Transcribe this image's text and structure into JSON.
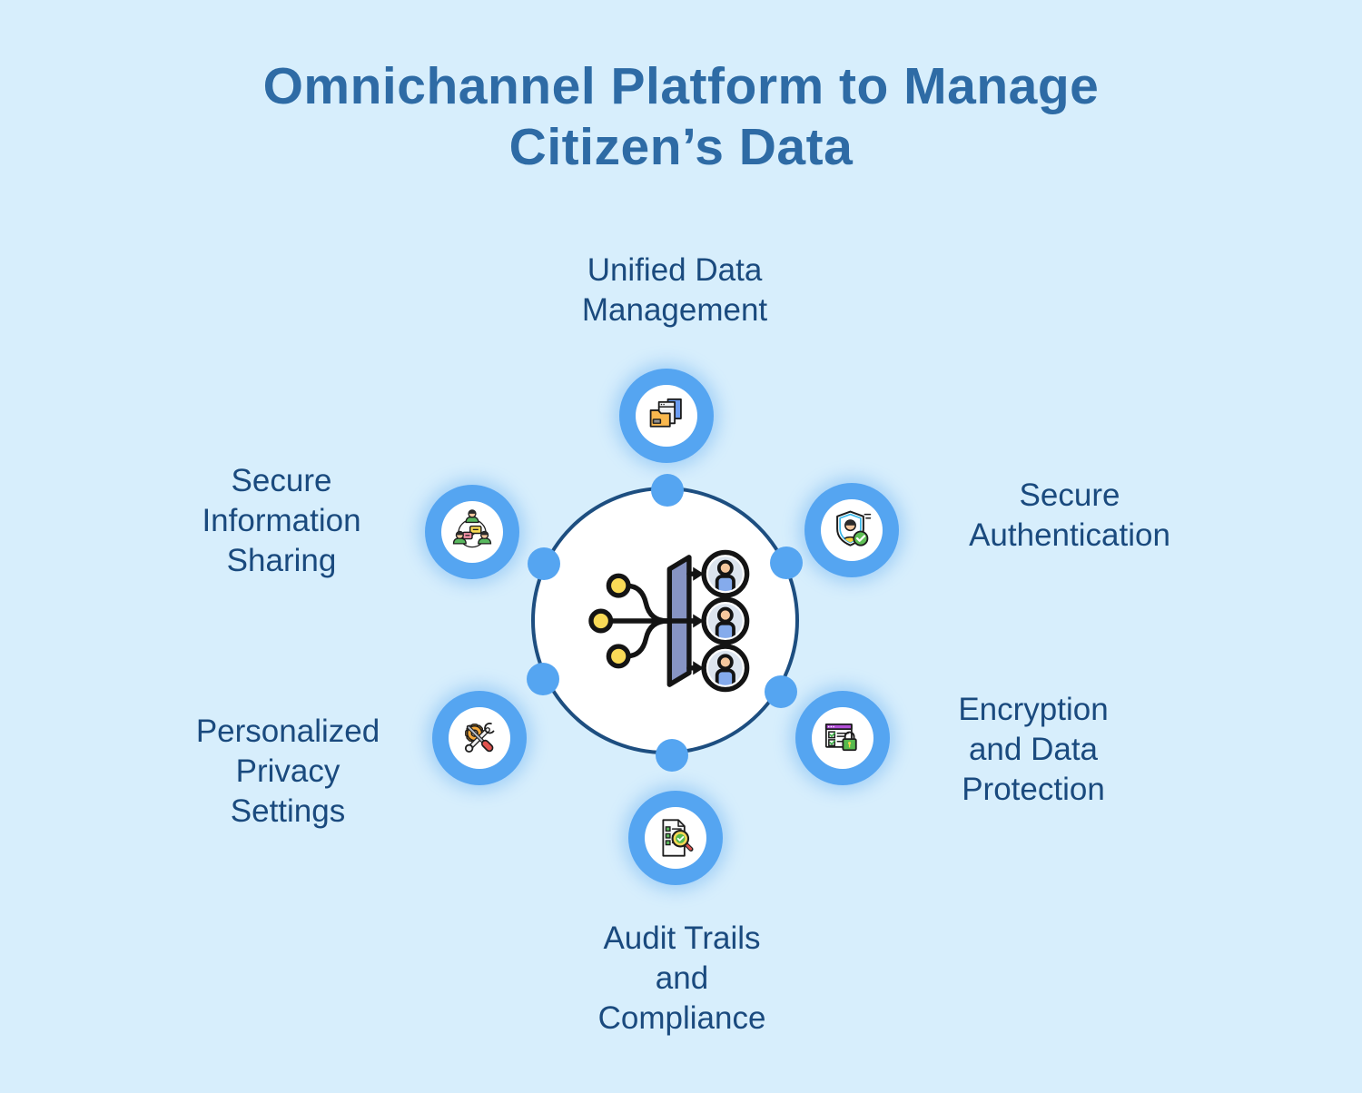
{
  "title": "Omnichannel Platform to Manage\nCitizen’s Data",
  "colors": {
    "background": "#d7eefc",
    "accent_blue": "#55a5f1",
    "hub_border_navy": "#1d4e80",
    "title_text": "#2e6ba5",
    "label_text": "#1a4a7e"
  },
  "center": {
    "icon": "data-distribution-icon"
  },
  "nodes": [
    {
      "id": "unified-data-management",
      "label": "Unified Data\nManagement",
      "icon": "folder-documents-icon"
    },
    {
      "id": "secure-authentication",
      "label": "Secure\nAuthentication",
      "icon": "shield-user-check-icon"
    },
    {
      "id": "encryption-data-protection",
      "label": "Encryption\nand Data\nProtection",
      "icon": "checklist-padlock-icon"
    },
    {
      "id": "audit-trails-compliance",
      "label": "Audit Trails\nand\nCompliance",
      "icon": "document-magnifier-icon"
    },
    {
      "id": "personalized-privacy-settings",
      "label": "Personalized\nPrivacy\nSettings",
      "icon": "gear-tools-icon"
    },
    {
      "id": "secure-information-sharing",
      "label": "Secure\nInformation\nSharing",
      "icon": "people-chat-icon"
    }
  ]
}
